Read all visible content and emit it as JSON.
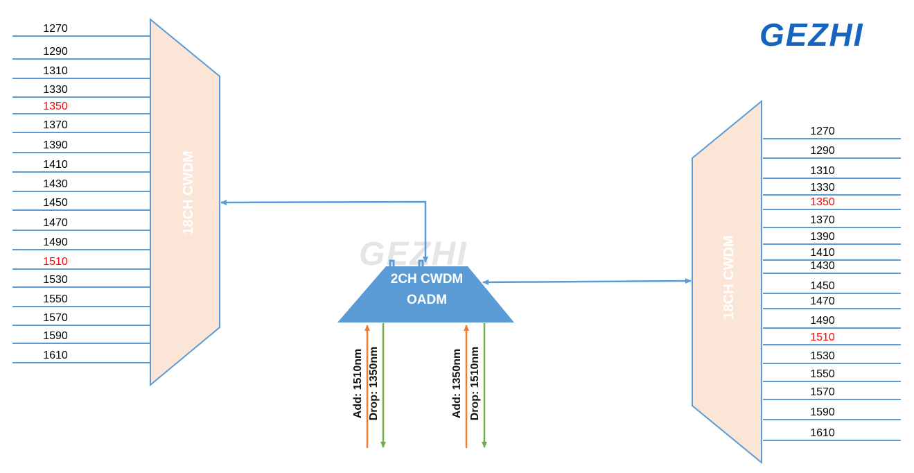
{
  "logo": {
    "text": "GEZHI",
    "color": "#1565c0"
  },
  "watermark": {
    "text": "GEZHI",
    "color": "#e3e5e6"
  },
  "colors": {
    "line": "#5b9bd5",
    "mux_fill": "#fbe5d6",
    "mux_stroke": "#5b9bd5",
    "oadm_fill": "#5b9bd5",
    "text": "#000000",
    "highlight": "#ff0000",
    "add_arrow": "#ed7d31",
    "drop_arrow": "#70ad47"
  },
  "left_mux": {
    "label": "18CH CWDM",
    "channels": [
      {
        "label": "1270",
        "highlight": false
      },
      {
        "label": "1290",
        "highlight": false
      },
      {
        "label": "1310",
        "highlight": false
      },
      {
        "label": "1330",
        "highlight": false
      },
      {
        "label": "1350",
        "highlight": true
      },
      {
        "label": "1370",
        "highlight": false
      },
      {
        "label": "1390",
        "highlight": false
      },
      {
        "label": "1410",
        "highlight": false
      },
      {
        "label": "1430",
        "highlight": false
      },
      {
        "label": "1450",
        "highlight": false
      },
      {
        "label": "1470",
        "highlight": false
      },
      {
        "label": "1490",
        "highlight": false
      },
      {
        "label": "1510",
        "highlight": true
      },
      {
        "label": "1530",
        "highlight": false
      },
      {
        "label": "1550",
        "highlight": false
      },
      {
        "label": "1570",
        "highlight": false
      },
      {
        "label": "1590",
        "highlight": false
      },
      {
        "label": "1610",
        "highlight": false
      }
    ]
  },
  "right_mux": {
    "label": "18CH CWDM",
    "channels": [
      {
        "label": "1270",
        "highlight": false
      },
      {
        "label": "1290",
        "highlight": false
      },
      {
        "label": "1310",
        "highlight": false
      },
      {
        "label": "1330",
        "highlight": false
      },
      {
        "label": "1350",
        "highlight": true
      },
      {
        "label": "1370",
        "highlight": false
      },
      {
        "label": "1390",
        "highlight": false
      },
      {
        "label": "1410",
        "highlight": false
      },
      {
        "label": "1430",
        "highlight": false
      },
      {
        "label": "1450",
        "highlight": false
      },
      {
        "label": "1470",
        "highlight": false
      },
      {
        "label": "1490",
        "highlight": false
      },
      {
        "label": "1510",
        "highlight": true
      },
      {
        "label": "1530",
        "highlight": false
      },
      {
        "label": "1550",
        "highlight": false
      },
      {
        "label": "1570",
        "highlight": false
      },
      {
        "label": "1590",
        "highlight": false
      },
      {
        "label": "1610",
        "highlight": false
      }
    ]
  },
  "oadm": {
    "line1": "2CH CWDM",
    "line2": "OADM",
    "ports": [
      {
        "label": "Add: 1510nm",
        "kind": "add"
      },
      {
        "label": "Drop: 1350nm",
        "kind": "drop"
      },
      {
        "label": "Add: 1350nm",
        "kind": "add"
      },
      {
        "label": "Drop: 1510nm",
        "kind": "drop"
      }
    ]
  }
}
